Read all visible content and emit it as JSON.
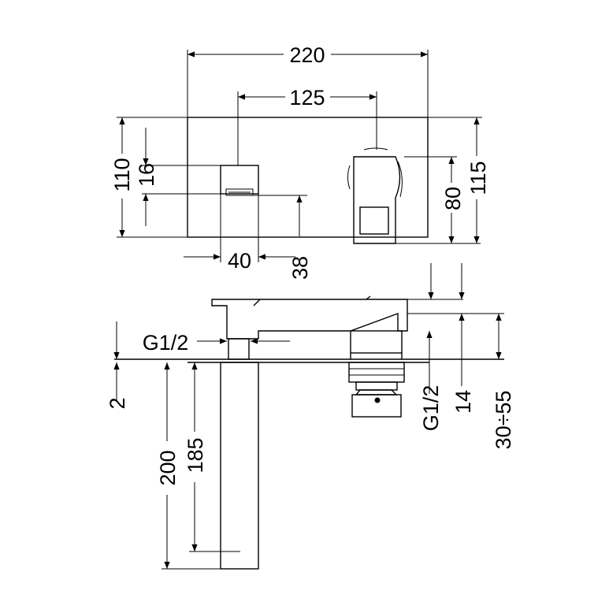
{
  "dimensions": {
    "top_width": "220",
    "spout_to_lever": "125",
    "plate_height_left": "110",
    "spout_offset": "16",
    "spout_width": "40",
    "spout_depth": "38",
    "lever_height": "80",
    "plate_height_right": "115",
    "thread_left": "G1/2",
    "plate_gap": "2",
    "spout_length": "200",
    "spout_reach": "185",
    "thread_right": "G1/2",
    "projection": "14",
    "adjust_range": "30÷55"
  },
  "colors": {
    "line": "#000000",
    "background": "#ffffff"
  }
}
